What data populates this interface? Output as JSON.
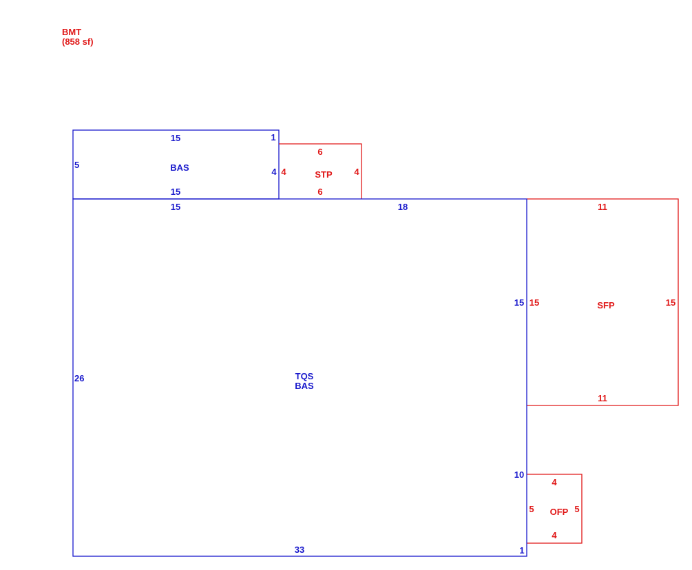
{
  "header": {
    "line1": "BMT",
    "line2": "(858 sf)"
  },
  "colors": {
    "blue": "#1a1acc",
    "red": "#e01818"
  },
  "areas": {
    "bas_upper": {
      "label": "BAS",
      "dims": {
        "top": "15",
        "top_right": "1",
        "left": "5",
        "right": "4",
        "bottom": "15"
      }
    },
    "stp": {
      "label": "STP",
      "dims": {
        "top": "6",
        "left": "4",
        "right": "4",
        "bottom": "6"
      }
    },
    "main": {
      "label_line1": "TQS",
      "label_line2": "BAS",
      "dims": {
        "top_left": "15",
        "top_right": "18",
        "left": "26",
        "right_upper": "15",
        "right_mid": "10",
        "bottom": "33",
        "bottom_right": "1"
      }
    },
    "sfp": {
      "label": "SFP",
      "dims": {
        "top": "11",
        "left": "15",
        "right": "15",
        "bottom": "11"
      }
    },
    "ofp": {
      "label": "OFP",
      "dims": {
        "top": "4",
        "left": "5",
        "right": "5",
        "bottom": "4"
      }
    }
  }
}
